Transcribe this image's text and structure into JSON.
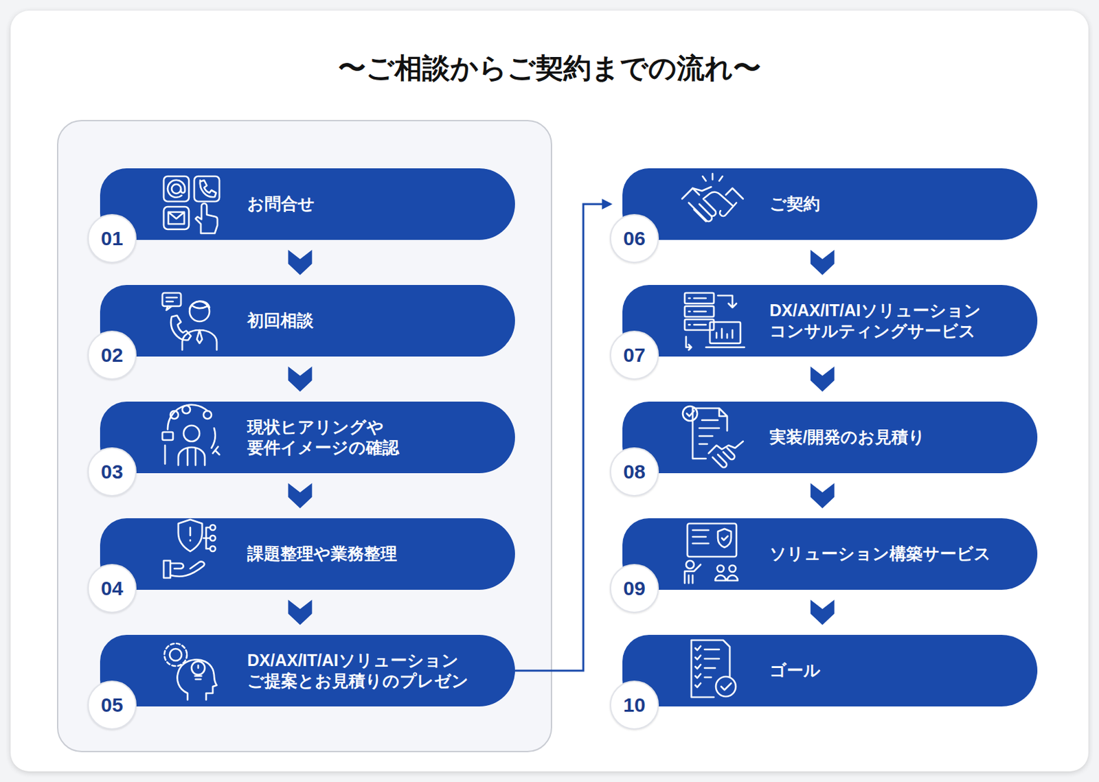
{
  "diagram": {
    "title": "〜ご相談からご契約までの流れ〜",
    "nodes": [
      {
        "text": [
          "01",
          "お問合せ"
        ]
      },
      {
        "text": [
          "02",
          "初回相談"
        ]
      },
      {
        "text": [
          "03",
          "現状ヒアリングや 要件イメージの確認"
        ]
      },
      {
        "text": [
          "04",
          "課題整理や業務整理"
        ]
      },
      {
        "text": [
          "05",
          "DX/AX/IT/AIソリューション ご提案とお見積りのプレゼン"
        ]
      },
      {
        "text": [
          "06",
          "ご契約"
        ]
      },
      {
        "text": [
          "07",
          "DX/AX/IT/AIソリューション コンサルティングサービス"
        ]
      },
      {
        "text": [
          "08",
          "実装/開発のお見積り"
        ]
      },
      {
        "text": [
          "09",
          "ソリューション構築サービス"
        ]
      },
      {
        "text": [
          "10",
          "ゴール"
        ]
      }
    ],
    "edges": [
      {
        "from": 0,
        "to": 1,
        "arrow": "to"
      },
      {
        "from": 1,
        "to": 2,
        "arrow": "to"
      },
      {
        "from": 2,
        "to": 3,
        "arrow": "to"
      },
      {
        "from": 3,
        "to": 4,
        "arrow": "to"
      },
      {
        "from": 4,
        "to": 5,
        "arrow": "to"
      },
      {
        "from": 5,
        "to": 6,
        "arrow": "to"
      },
      {
        "from": 6,
        "to": 7,
        "arrow": "to"
      },
      {
        "from": 7,
        "to": 8,
        "arrow": "to"
      },
      {
        "from": 8,
        "to": 9,
        "arrow": "to"
      }
    ]
  }
}
